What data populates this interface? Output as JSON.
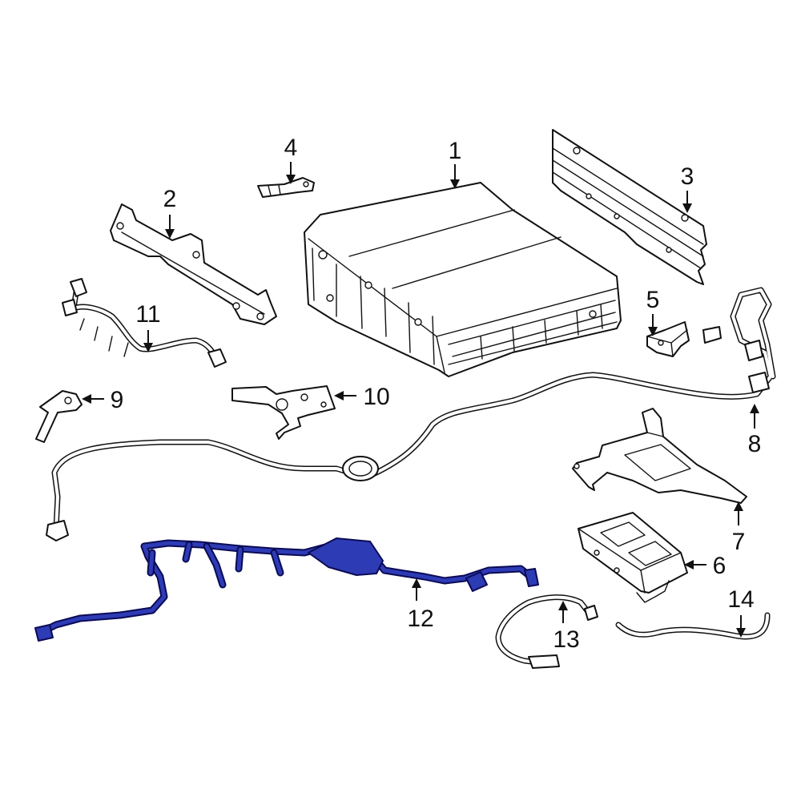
{
  "diagram": {
    "highlight_color": "#2d3bb5",
    "callouts": [
      {
        "id": "1",
        "label": "1"
      },
      {
        "id": "2",
        "label": "2"
      },
      {
        "id": "3",
        "label": "3"
      },
      {
        "id": "4",
        "label": "4"
      },
      {
        "id": "5",
        "label": "5"
      },
      {
        "id": "6",
        "label": "6"
      },
      {
        "id": "7",
        "label": "7"
      },
      {
        "id": "8",
        "label": "8"
      },
      {
        "id": "9",
        "label": "9"
      },
      {
        "id": "10",
        "label": "10"
      },
      {
        "id": "11",
        "label": "11"
      },
      {
        "id": "12",
        "label": "12"
      },
      {
        "id": "13",
        "label": "13"
      },
      {
        "id": "14",
        "label": "14"
      }
    ]
  }
}
